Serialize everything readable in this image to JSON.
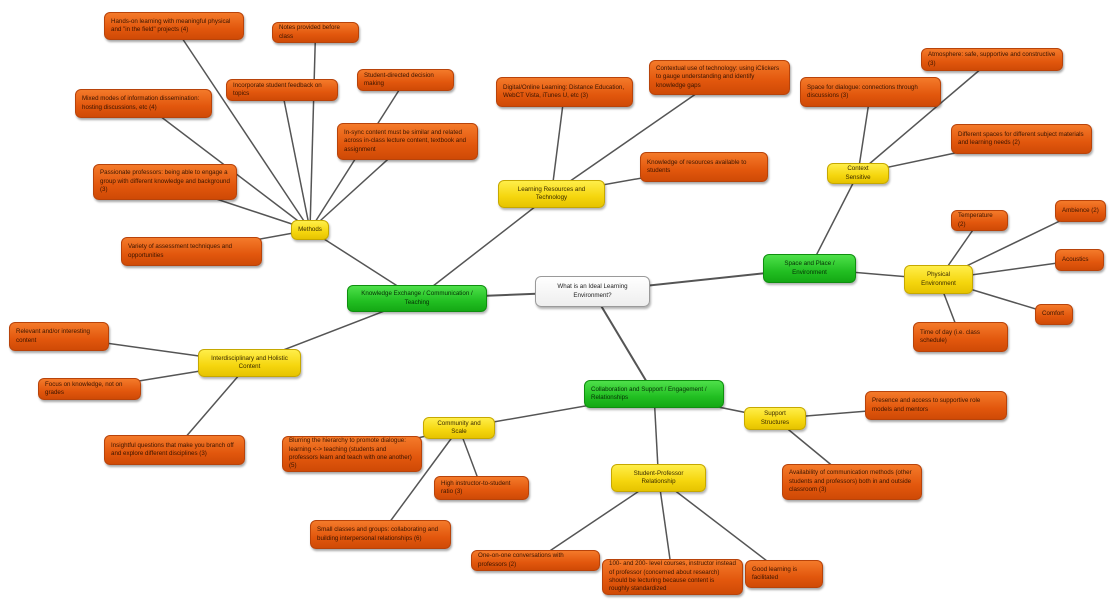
{
  "nodes": {
    "root": "What is an Ideal Learning Environment?",
    "knowledge_exchange": "Knowledge Exchange / Communication / Teaching",
    "space_place": "Space and Place / Environment",
    "collaboration": "Collaboration and Support / Engagement / Relationships",
    "methods": "Methods",
    "learning_resources": "Learning Resources and Technology",
    "interdisciplinary": "Interdisciplinary and Holistic Content",
    "context_sensitive": "Context Sensitive",
    "physical_environment": "Physical Environment",
    "community_scale": "Community and Scale",
    "student_professor": "Student-Professor Relationship",
    "support_structures": "Support Structures",
    "hands_on": "Hands-on learning with meaningful physical and \"in the field\" projects (4)",
    "notes_before": "Notes provided before class",
    "incorporate_feedback": "Incorporate student feedback on topics",
    "student_directed": "Student-directed decision making",
    "mixed_modes": "Mixed modes of information dissemination: hosting discussions, etc (4)",
    "in_sync": "In-sync content must be similar and related across in-class lecture content, textbook and assignment",
    "passionate": "Passionate professors: being able to engage a group with different knowledge and background (3)",
    "variety_assessment": "Variety of assessment techniques and opportunities",
    "digital_online": "Digital/Online Learning: Distance Education, WebCT Vista, iTunes U, etc (3)",
    "contextual_tech": "Contextual use of technology: using iClickers to gauge understanding and identify knowledge gaps",
    "knowledge_resources": "Knowledge of resources available to students",
    "relevant_content": "Relevant and/or interesting content",
    "focus_knowledge": "Focus on knowledge, not on grades",
    "insightful_questions": "Insightful questions that make you branch off and explore different disciplines (3)",
    "atmosphere": "Atmosphere: safe, supportive and constructive (3)",
    "space_dialogue": "Space for dialogue: connections through discussions (3)",
    "different_spaces": "Different spaces for different subject materials and learning needs (2)",
    "temperature": "Temperature (2)",
    "ambience": "Ambience (2)",
    "acoustics": "Acoustics",
    "comfort": "Comfort",
    "time_of_day": "Time of day (i.e. class schedule)",
    "blurring_hierarchy": "Blurring the hierarchy to promote dialogue: learning <-> teaching (students and professors learn and teach with one another) (5)",
    "high_ratio": "High instructor-to-student ratio (3)",
    "small_classes": "Small classes and groups: collaborating and building interpersonal relationships (6)",
    "one_on_one": "One-on-one conversations with professors (2)",
    "lower_courses": "100- and 200- level courses, instructor instead of professor (concerned about research) should be lecturing because content is roughly standardized",
    "good_learning": "Good learning is facilitated",
    "presence_access": "Presence and access to supportive role models and mentors",
    "availability_comm": "Availability of communication methods (other students and professors) both in and outside classroom (3)"
  },
  "colors": {
    "leaf": "#e2570d",
    "subtopic": "#f5d60e",
    "main_topic": "#22bf22",
    "root": "#ffffff",
    "connector": "#555555"
  }
}
